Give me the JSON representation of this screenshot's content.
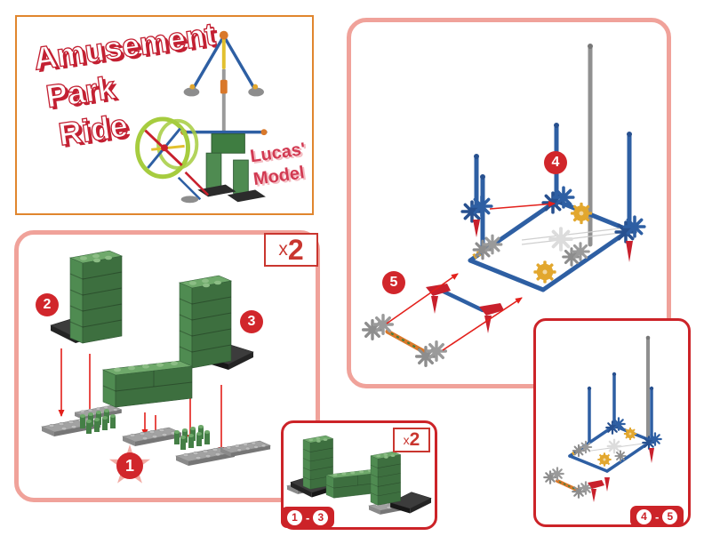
{
  "title_panel": {
    "line1": "Amusement",
    "line2": "Park",
    "line3": "Ride",
    "credit1": "Lucas'",
    "credit2": "Model"
  },
  "panel_steps_1_3": {
    "multiplier": {
      "x": "x",
      "count": "2"
    },
    "badges": {
      "b1": "1",
      "b2": "2",
      "b3": "3"
    }
  },
  "inset_1_3": {
    "multiplier": {
      "x": "x",
      "count": "2"
    },
    "range": {
      "start": "1",
      "sep": "-",
      "end": "3"
    }
  },
  "panel_steps_4_5": {
    "badges": {
      "b4": "4",
      "b5": "5"
    }
  },
  "inset_4_5": {
    "range": {
      "start": "4",
      "sep": "-",
      "end": "5"
    }
  },
  "colors": {
    "title_border_orange": "#e0862e",
    "title_text_red": "#c32032",
    "credit_text_red": "#d23a52",
    "panel_border_pink": "#f0a29a",
    "inset_border_red": "#cc2328",
    "badge_red": "#d1262b",
    "arrow_red": "#e3201b",
    "brick_green": "#4f8b51",
    "plate_gray": "#9a9a9a",
    "wedge_black": "#3a3a3a",
    "rod_blue": "#2e5fa3",
    "gear_yellow": "#e2a72e",
    "connector_gray": "#8d8d8d",
    "connector_red": "#c8202c",
    "rod_orange": "#d9782a"
  }
}
